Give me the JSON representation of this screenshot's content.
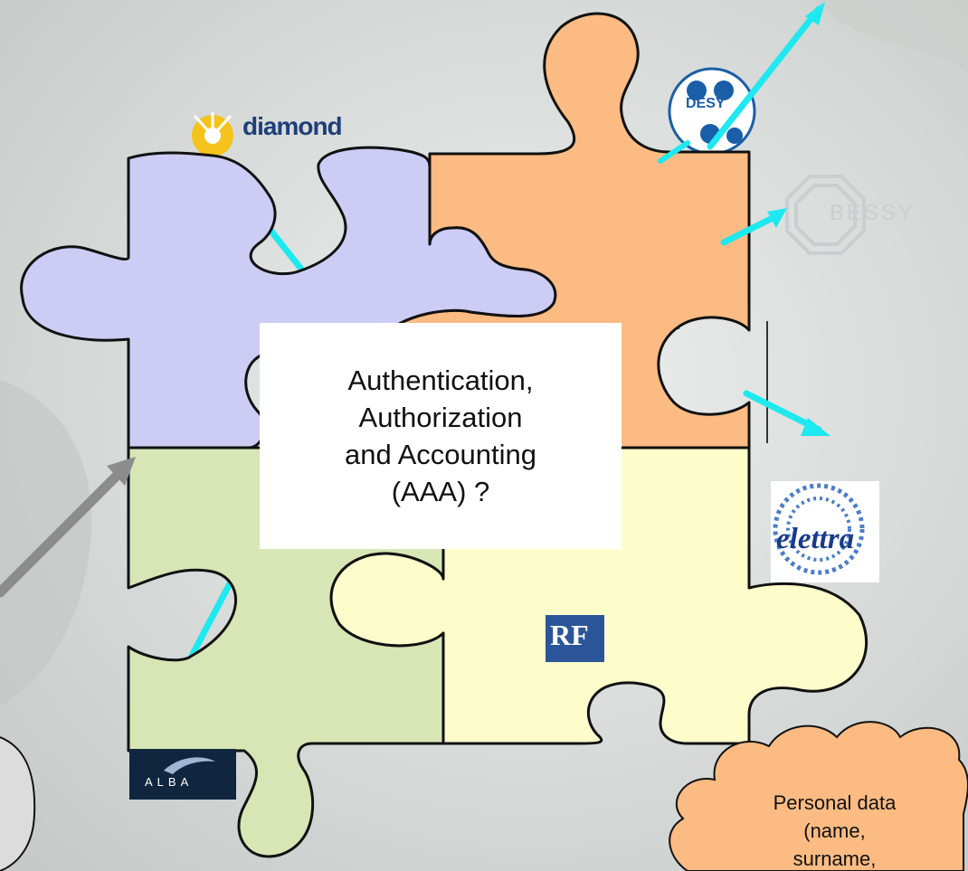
{
  "center_box": {
    "lines": [
      "Authentication,",
      "Authorization",
      "and Accounting",
      "(AAA) ?"
    ]
  },
  "cloud": {
    "lines": [
      "Personal data",
      "(name,",
      "surname,"
    ]
  },
  "logos": {
    "diamond": "diamond",
    "desy": "DESY",
    "bessy": "BESSY",
    "elettra": "elettra",
    "rf": "RF",
    "alba": "ALBA"
  },
  "colors": {
    "piece_blue": "#ccccf5",
    "piece_orange": "#fbbb82",
    "piece_green": "#d7e6b4",
    "piece_yellow": "#fdfdcc",
    "arrow_cyan": "#1ee8f0",
    "arrow_gray": "#8c8c8c",
    "cloud_fill": "#fbbb82"
  }
}
